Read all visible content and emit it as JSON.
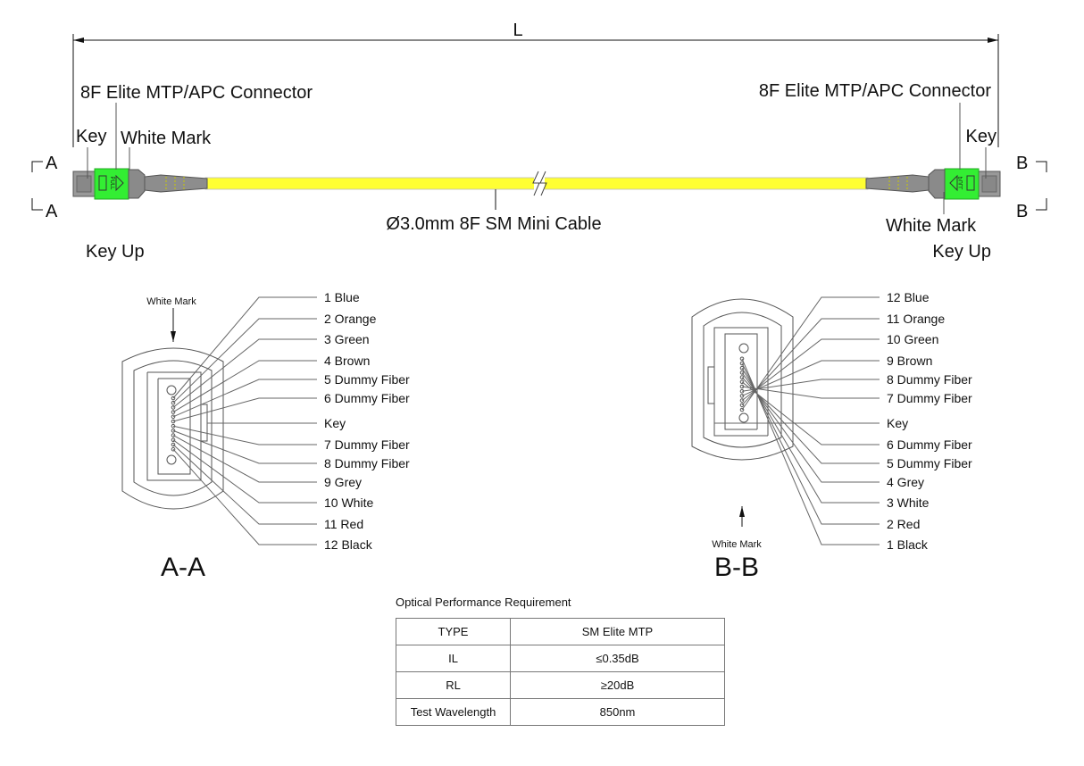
{
  "dimension_label": "L",
  "left_end": {
    "connector": "8F Elite MTP/APC Connector",
    "key": "Key",
    "white_mark": "White Mark",
    "section_marker": "A",
    "orientation": "Key Up",
    "latch_text": "PULL"
  },
  "right_end": {
    "connector": "8F Elite MTP/APC Connector",
    "key": "Key",
    "white_mark": "White Mark",
    "section_marker": "B",
    "orientation": "Key  Up",
    "latch_text": "PULL"
  },
  "cable_label": "Ø3.0mm 8F SM Mini Cable",
  "colors": {
    "cable": "#ffff33",
    "latch": "#33ee33",
    "boot": "#888888"
  },
  "section_aa": {
    "title": "A-A",
    "white_mark": "White Mark",
    "labels": [
      "1 Blue",
      "2 Orange",
      "3 Green",
      "4 Brown",
      "5 Dummy Fiber",
      "6 Dummy Fiber",
      "Key",
      "7 Dummy Fiber",
      "8 Dummy Fiber",
      "9 Grey",
      "10 White",
      "11 Red",
      "12 Black"
    ]
  },
  "section_bb": {
    "title": "B-B",
    "white_mark": "White Mark",
    "labels": [
      "12 Blue",
      "11 Orange",
      "10 Green",
      "9 Brown",
      "8 Dummy Fiber",
      "7 Dummy Fiber",
      "Key",
      "6 Dummy Fiber",
      "5 Dummy Fiber",
      "4 Grey",
      "3 White",
      "2 Red",
      "1 Black"
    ]
  },
  "performance": {
    "title": "Optical Performance Requirement",
    "rows": [
      [
        "TYPE",
        "SM Elite MTP"
      ],
      [
        "IL",
        "≤0.35dB"
      ],
      [
        "RL",
        "≥20dB"
      ],
      [
        "Test Wavelength",
        "850nm"
      ]
    ]
  }
}
